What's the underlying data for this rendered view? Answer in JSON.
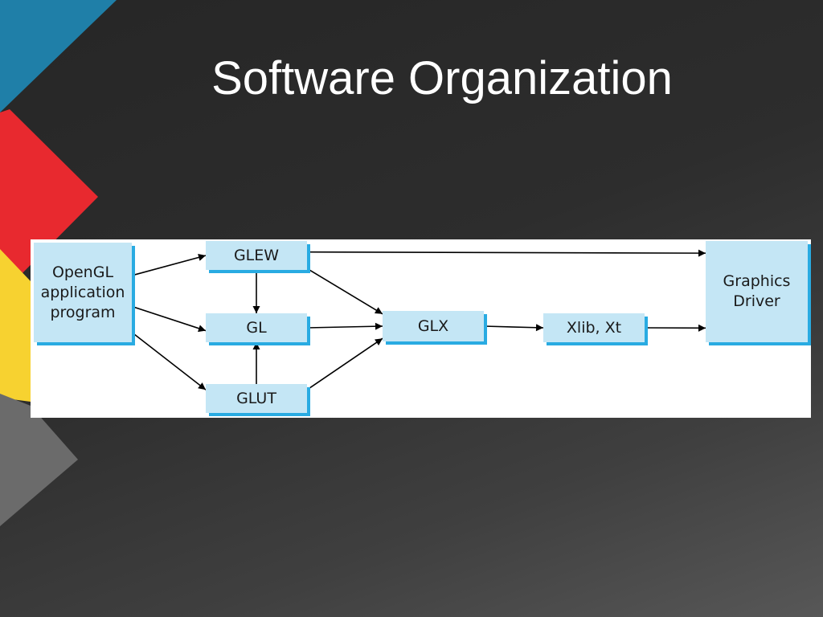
{
  "slide": {
    "title": "Software Organization",
    "accent_colors": {
      "teal": "#1f7fa8",
      "red": "#e8292f",
      "yellow": "#f7d230",
      "gray": "#6b6b6b"
    }
  },
  "diagram": {
    "nodes": [
      {
        "id": "opengl_app",
        "lines": [
          "OpenGL",
          "application",
          "program"
        ]
      },
      {
        "id": "glew",
        "lines": [
          "GLEW"
        ]
      },
      {
        "id": "gl",
        "lines": [
          "GL"
        ]
      },
      {
        "id": "glut",
        "lines": [
          "GLUT"
        ]
      },
      {
        "id": "glx",
        "lines": [
          "GLX"
        ]
      },
      {
        "id": "xlib",
        "lines": [
          "Xlib, Xt"
        ]
      },
      {
        "id": "driver",
        "lines": [
          "Graphics",
          "Driver"
        ]
      }
    ],
    "edges": [
      {
        "from": "opengl_app",
        "to": "glew"
      },
      {
        "from": "opengl_app",
        "to": "gl"
      },
      {
        "from": "opengl_app",
        "to": "glut"
      },
      {
        "from": "glew",
        "to": "gl"
      },
      {
        "from": "glut",
        "to": "gl"
      },
      {
        "from": "glew",
        "to": "glx"
      },
      {
        "from": "gl",
        "to": "glx"
      },
      {
        "from": "glut",
        "to": "glx"
      },
      {
        "from": "glx",
        "to": "xlib"
      },
      {
        "from": "xlib",
        "to": "driver"
      },
      {
        "from": "glew",
        "to": "driver"
      }
    ],
    "box_fill": "#c4e6f5",
    "box_shadow": "#29abe2"
  }
}
